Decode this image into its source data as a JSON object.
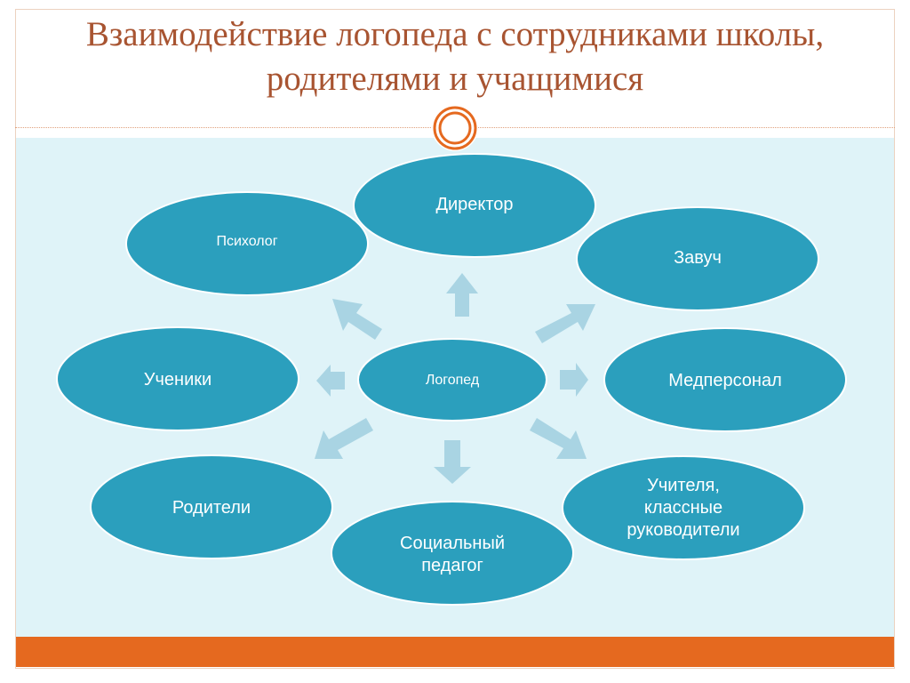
{
  "title": {
    "line1": "Взаимодействие логопеда с сотрудниками школы,",
    "line2": "родителями и учащимися"
  },
  "colors": {
    "title": "#a85431",
    "node_fill": "#2b9fbd",
    "node_stroke": "#ffffff",
    "arrow": "#a9d4e3",
    "panel": "#dff3f8",
    "accent_bar": "#e5691f",
    "emblem": "#e5691f"
  },
  "center_node": {
    "label": "Логопед"
  },
  "nodes": {
    "director": "Директор",
    "psychologist": "Психолог",
    "deputy": "Завуч",
    "pupils": "Ученики",
    "medical": "Медперсонал",
    "parents": "Родители",
    "social_line1": "Социальный",
    "social_line2": "педагог",
    "teachers_line1": "Учителя,",
    "teachers_line2": "классные",
    "teachers_line3": "руководители"
  }
}
